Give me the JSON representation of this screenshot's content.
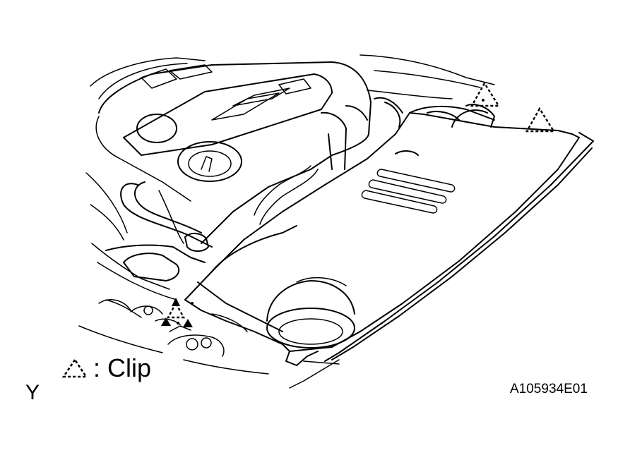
{
  "legend": {
    "symbol": "dashed-triangle-clip-symbol",
    "text": ": Clip"
  },
  "view_letter": "Y",
  "figure_code": "A105934E01"
}
